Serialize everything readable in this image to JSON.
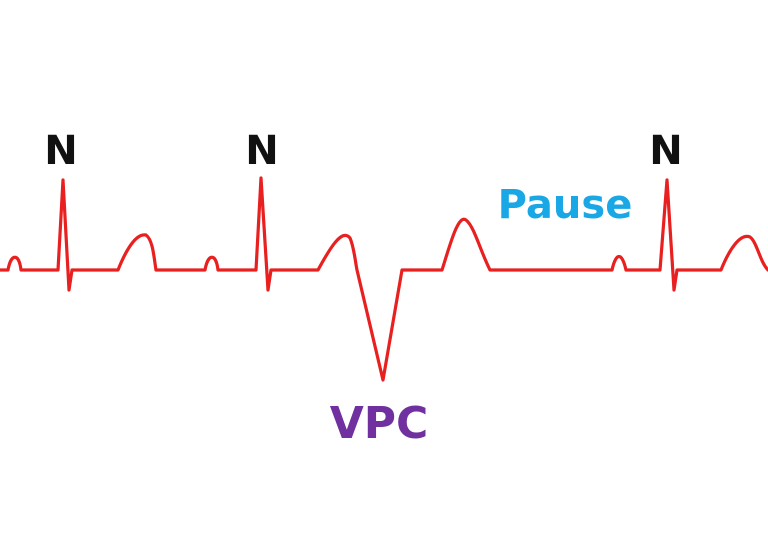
{
  "diagram": {
    "trace_color": "#e8201f",
    "beat_labels": [
      {
        "text": "N",
        "color": "#111111"
      },
      {
        "text": "N",
        "color": "#111111"
      },
      {
        "text": "N",
        "color": "#111111"
      }
    ],
    "pause_label": {
      "text": "Pause",
      "color": "#1aa7e6"
    },
    "vpc_label": {
      "text": "VPC",
      "color": "#7030a0"
    }
  }
}
